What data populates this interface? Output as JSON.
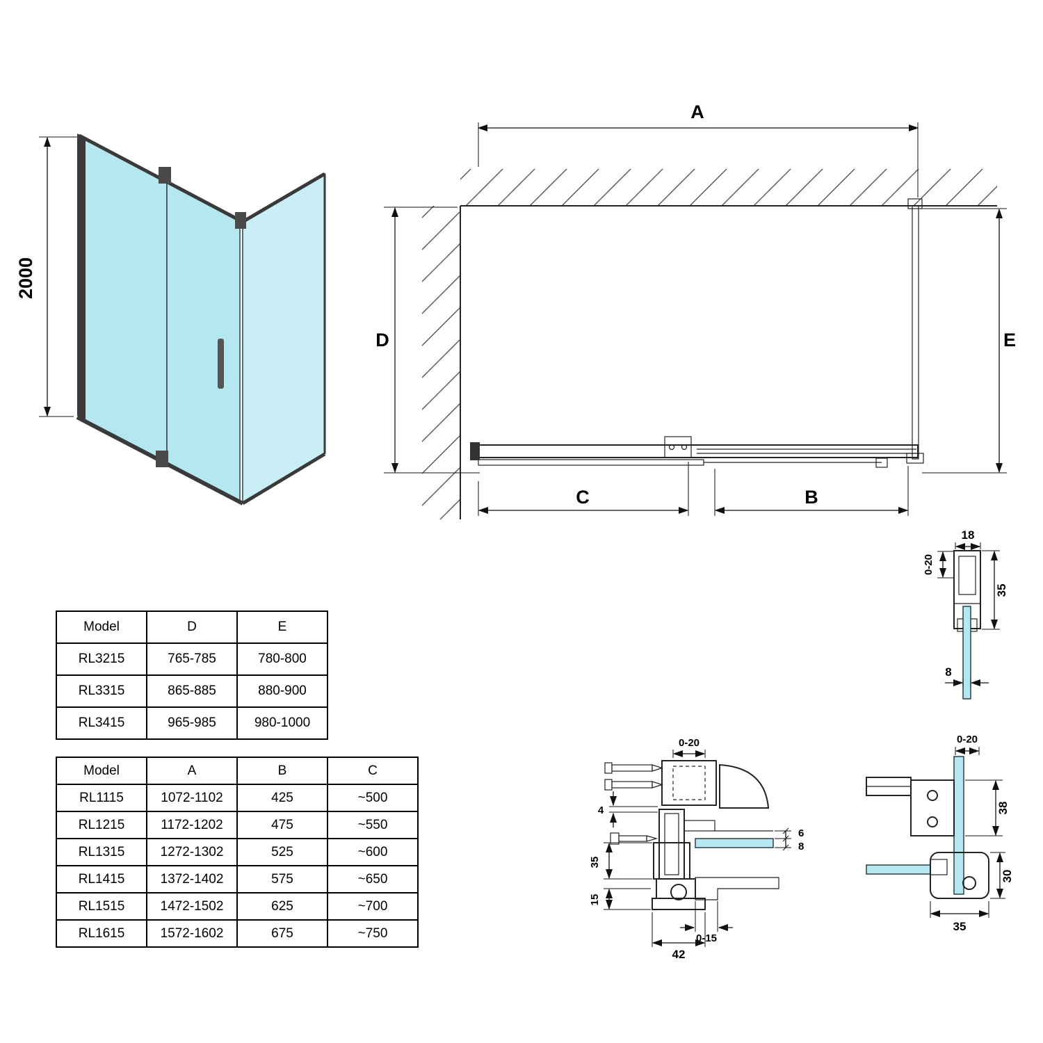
{
  "colors": {
    "glass": "#b5e7f0",
    "glass_side": "#c9eef6",
    "line": "#111111",
    "background": "#ffffff"
  },
  "iso_view": {
    "height_dim": "2000"
  },
  "plan_view": {
    "dim_a": "A",
    "dim_b": "B",
    "dim_c": "C",
    "dim_d": "D",
    "dim_e": "E"
  },
  "profile_section": {
    "adjust": "0-20",
    "width": "18",
    "depth": "35",
    "glass_thickness": "8"
  },
  "wall_profile_section": {
    "adjust": "0-20",
    "gap": "4",
    "depth": "35",
    "base": "15",
    "clearance": "6",
    "glass_thickness": "8",
    "adjust_range": "0-15",
    "width": "42"
  },
  "corner_section": {
    "adjust": "0-20",
    "bracket_height": "38",
    "block_height": "30",
    "block_width": "35"
  },
  "size_table_de": {
    "headers": [
      "Model",
      "D",
      "E"
    ],
    "rows": [
      [
        "RL3215",
        "765-785",
        "780-800"
      ],
      [
        "RL3315",
        "865-885",
        "880-900"
      ],
      [
        "RL3415",
        "965-985",
        "980-1000"
      ]
    ]
  },
  "size_table_abc": {
    "headers": [
      "Model",
      "A",
      "B",
      "C"
    ],
    "rows": [
      [
        "RL1115",
        "1072-1102",
        "425",
        "~500"
      ],
      [
        "RL1215",
        "1172-1202",
        "475",
        "~550"
      ],
      [
        "RL1315",
        "1272-1302",
        "525",
        "~600"
      ],
      [
        "RL1415",
        "1372-1402",
        "575",
        "~650"
      ],
      [
        "RL1515",
        "1472-1502",
        "625",
        "~700"
      ],
      [
        "RL1615",
        "1572-1602",
        "675",
        "~750"
      ]
    ]
  }
}
